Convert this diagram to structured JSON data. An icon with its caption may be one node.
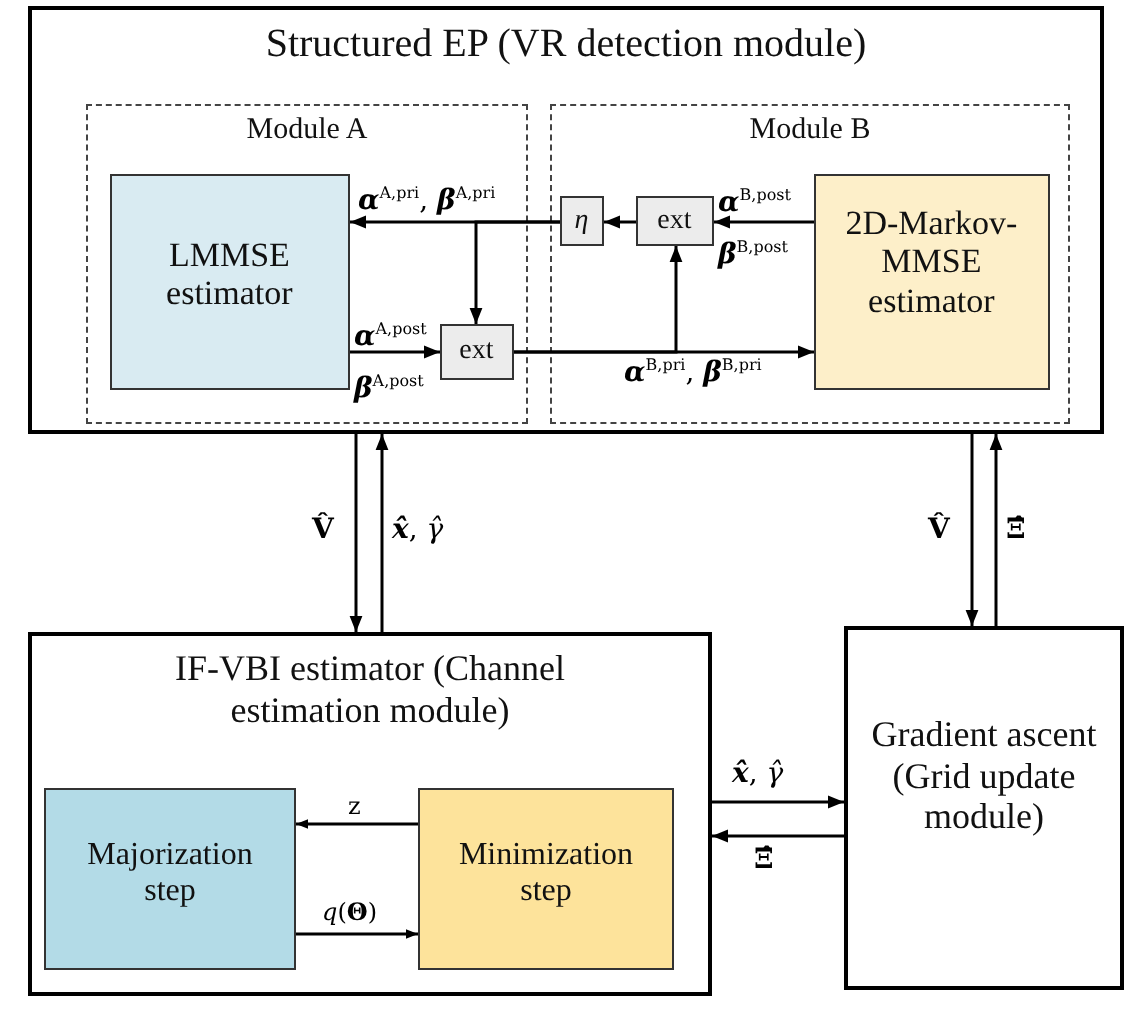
{
  "diagram": {
    "nodes": [
      {
        "text": [
          "Structured EP (VR detection module)"
        ]
      },
      {
        "text": [
          "Module A"
        ],
        "in": 0
      },
      {
        "text": [
          "Module B"
        ],
        "in": 0
      },
      {
        "text": [
          "LMMSE estimator"
        ],
        "in": 1
      },
      {
        "text": [
          "ext"
        ],
        "in": 1
      },
      {
        "text": [
          "*η*"
        ],
        "in": 2
      },
      {
        "text": [
          "ext"
        ],
        "in": 2
      },
      {
        "text": [
          "2D-Markov-MMSE estimator"
        ],
        "in": 2
      },
      {
        "text": [
          "IF-VBI estimator (Channel estimation module)"
        ]
      },
      {
        "text": [
          "Majorization step"
        ],
        "in": 8
      },
      {
        "text": [
          "Minimization step"
        ],
        "in": 8
      },
      {
        "text": [
          "Gradient ascent (Grid update module)"
        ]
      }
    ],
    "edges": [
      {
        "from": 3,
        "to": 4,
        "arrow": "to",
        "label": "**α**$^{A,post}$ **β**$^{A,post}$"
      },
      {
        "from": 5,
        "to": 3,
        "arrow": "to",
        "label": "**α**$^{A,pri}$, **β**$^{A,pri}$"
      },
      {
        "from": 5,
        "to": 4,
        "arrow": "to"
      },
      {
        "from": 4,
        "to": 7,
        "arrow": "to",
        "label": "**α**$^{B,pri}$, **β**$^{B,pri}$"
      },
      {
        "from": 4,
        "to": 6,
        "arrow": "to"
      },
      {
        "from": 7,
        "to": 6,
        "arrow": "to",
        "label": "**α**$^{B,post}$ **β**$^{B,post}$"
      },
      {
        "from": 6,
        "to": 5,
        "arrow": "to"
      },
      {
        "from": 0,
        "to": 8,
        "arrow": "to",
        "label": "V̂"
      },
      {
        "from": 8,
        "to": 0,
        "arrow": "to",
        "label": "**x̂**, *γ̂*"
      },
      {
        "from": 0,
        "to": 11,
        "arrow": "to",
        "label": "V̂"
      },
      {
        "from": 11,
        "to": 0,
        "arrow": "to",
        "label": "Ξ̂"
      },
      {
        "from": 8,
        "to": 11,
        "arrow": "to",
        "label": "**x̂**, *γ̂*"
      },
      {
        "from": 11,
        "to": 8,
        "arrow": "to",
        "label": "Ξ̂"
      },
      {
        "from": 10,
        "to": 9,
        "arrow": "to",
        "label": "z"
      },
      {
        "from": 9,
        "to": 10,
        "arrow": "to",
        "label": "*q*(**Θ**)"
      }
    ]
  }
}
